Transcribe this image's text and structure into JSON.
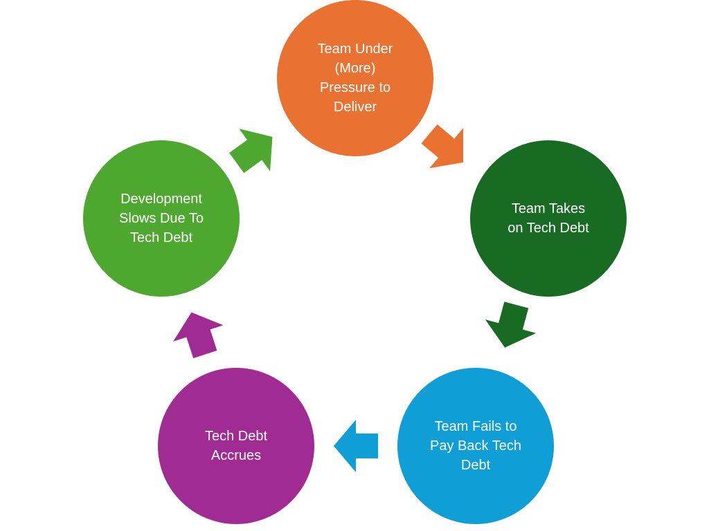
{
  "diagram": {
    "type": "cycle",
    "background": "#ffffff",
    "text_color": "#ffffff",
    "nodes": [
      {
        "id": "pressure",
        "label": "Team Under\n(More)\nPressure to\nDeliver",
        "color": "#E97132"
      },
      {
        "id": "takes-debt",
        "label": "Team Takes\non Tech Debt",
        "color": "#196B24"
      },
      {
        "id": "fails-payback",
        "label": "Team Fails to\nPay Back Tech\nDebt",
        "color": "#0F9ED5"
      },
      {
        "id": "debt-accrues",
        "label": "Tech Debt\nAccrues",
        "color": "#A02B93"
      },
      {
        "id": "dev-slows",
        "label": "Development\nSlows Due To\nTech Debt",
        "color": "#4EA72E"
      }
    ],
    "edges": [
      {
        "from": "pressure",
        "to": "takes-debt",
        "color": "#E97132"
      },
      {
        "from": "takes-debt",
        "to": "fails-payback",
        "color": "#196B24"
      },
      {
        "from": "fails-payback",
        "to": "debt-accrues",
        "color": "#0F9ED5"
      },
      {
        "from": "debt-accrues",
        "to": "dev-slows",
        "color": "#A02B93"
      },
      {
        "from": "dev-slows",
        "to": "pressure",
        "color": "#4EA72E"
      }
    ]
  }
}
